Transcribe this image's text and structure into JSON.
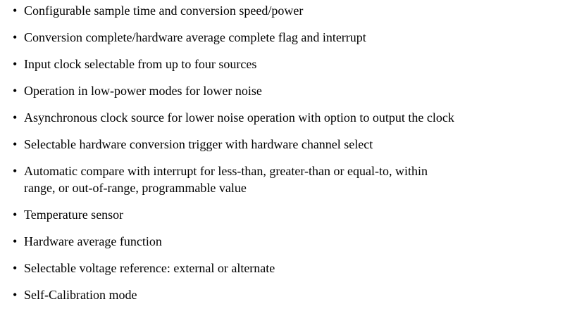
{
  "page": {
    "background_color": "#ffffff",
    "text_color": "#000000"
  },
  "feature_list": {
    "bullet_glyph": "•",
    "items": [
      "Configurable sample time and conversion speed/power",
      "Conversion complete/hardware average complete flag and interrupt",
      "Input clock selectable from up to four sources",
      "Operation in low-power modes for lower noise",
      "Asynchronous clock source for lower noise operation with option to output the clock",
      "Selectable hardware conversion trigger with hardware channel select",
      "Automatic compare with interrupt for less-than, greater-than or equal-to, within\nrange, or out-of-range, programmable value",
      "Temperature sensor",
      "Hardware average function",
      "Selectable voltage reference: external or alternate",
      "Self-Calibration mode"
    ]
  }
}
